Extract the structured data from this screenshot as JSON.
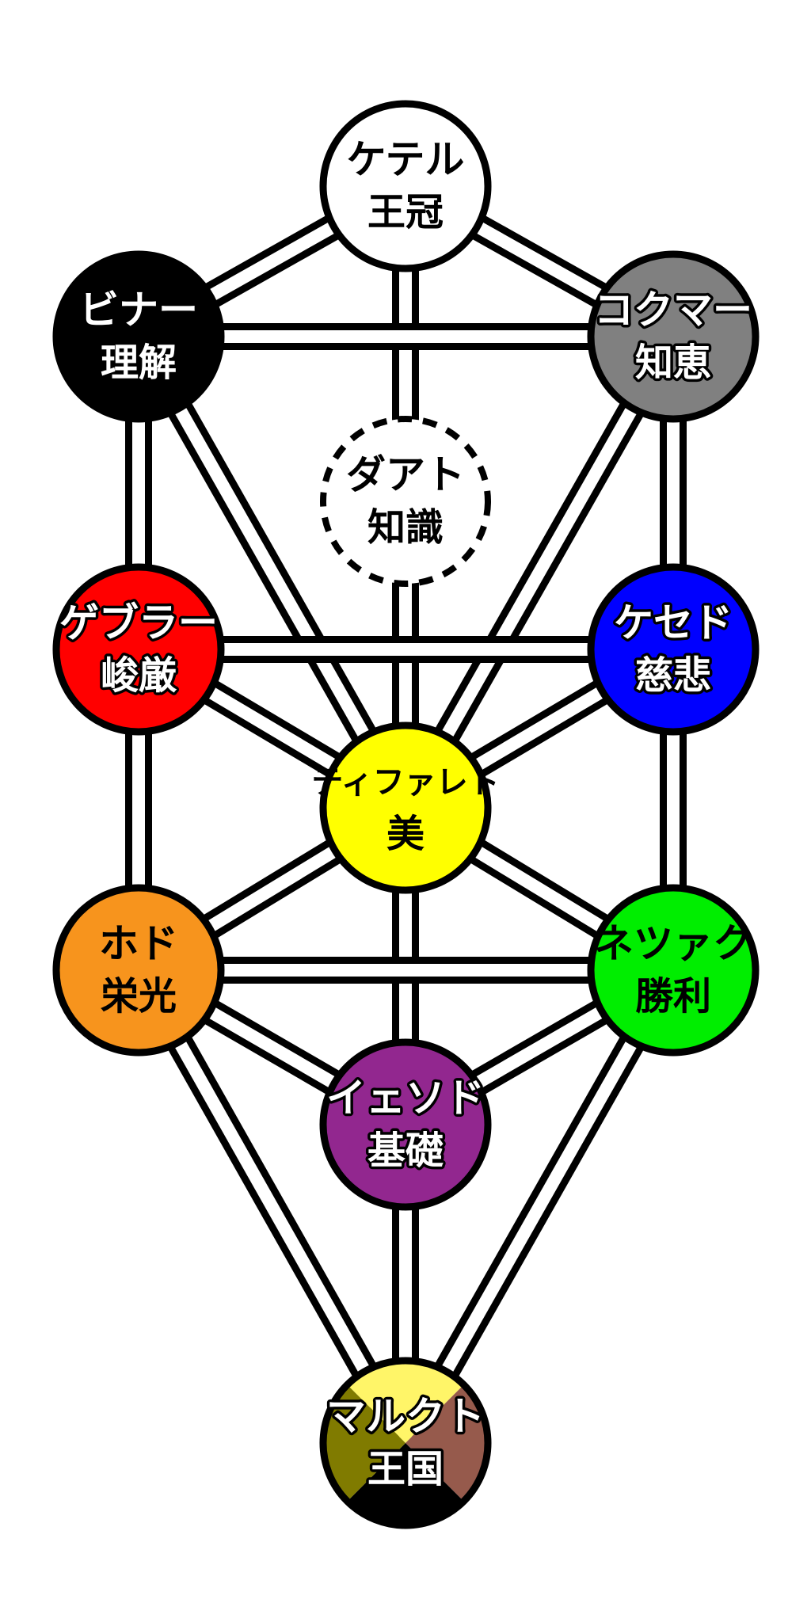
{
  "colors": {
    "background": "#ffffff",
    "outline": "#000000",
    "path_fill": "#ffffff"
  },
  "nodes": [
    {
      "id": "keter",
      "name": "ケテル",
      "meaning": "王冠",
      "fill": "#ffffff",
      "text": "#000000"
    },
    {
      "id": "chokmah",
      "name": "コクマー",
      "meaning": "知恵",
      "fill": "#808080",
      "text": "#ffffff"
    },
    {
      "id": "binah",
      "name": "ビナー",
      "meaning": "理解",
      "fill": "#000000",
      "text": "#ffffff"
    },
    {
      "id": "daat",
      "name": "ダアト",
      "meaning": "知識",
      "fill": "#ffffff",
      "text": "#000000",
      "dashed": true
    },
    {
      "id": "chesed",
      "name": "ケセド",
      "meaning": "慈悲",
      "fill": "#0000ff",
      "text": "#ffffff"
    },
    {
      "id": "geburah",
      "name": "ゲブラー",
      "meaning": "峻厳",
      "fill": "#ff0000",
      "text": "#ffffff"
    },
    {
      "id": "tiphareth",
      "name": "ティファレト",
      "meaning": "美",
      "fill": "#ffff00",
      "text": "#000000"
    },
    {
      "id": "netzach",
      "name": "ネツァク",
      "meaning": "勝利",
      "fill": "#00ee00",
      "text": "#000000"
    },
    {
      "id": "hod",
      "name": "ホド",
      "meaning": "栄光",
      "fill": "#f7941d",
      "text": "#000000"
    },
    {
      "id": "yesod",
      "name": "イェソド",
      "meaning": "基礎",
      "fill": "#92278f",
      "text": "#ffffff"
    },
    {
      "id": "malkuth",
      "name": "マルクト",
      "meaning": "王国",
      "quarters": [
        "#fff568",
        "#965a4c",
        "#000000",
        "#807b00"
      ],
      "text": "#ffffff"
    }
  ],
  "paths": [
    [
      "keter",
      "chokmah"
    ],
    [
      "keter",
      "binah"
    ],
    [
      "keter",
      "daat"
    ],
    [
      "binah",
      "chokmah"
    ],
    [
      "binah",
      "geburah"
    ],
    [
      "binah",
      "tiphareth"
    ],
    [
      "chokmah",
      "chesed"
    ],
    [
      "chokmah",
      "tiphareth"
    ],
    [
      "daat",
      "tiphareth"
    ],
    [
      "geburah",
      "chesed"
    ],
    [
      "geburah",
      "tiphareth"
    ],
    [
      "geburah",
      "hod"
    ],
    [
      "chesed",
      "tiphareth"
    ],
    [
      "chesed",
      "netzach"
    ],
    [
      "tiphareth",
      "hod"
    ],
    [
      "tiphareth",
      "netzach"
    ],
    [
      "tiphareth",
      "yesod"
    ],
    [
      "hod",
      "netzach"
    ],
    [
      "hod",
      "yesod"
    ],
    [
      "hod",
      "malkuth"
    ],
    [
      "netzach",
      "yesod"
    ],
    [
      "netzach",
      "malkuth"
    ],
    [
      "yesod",
      "malkuth"
    ]
  ]
}
